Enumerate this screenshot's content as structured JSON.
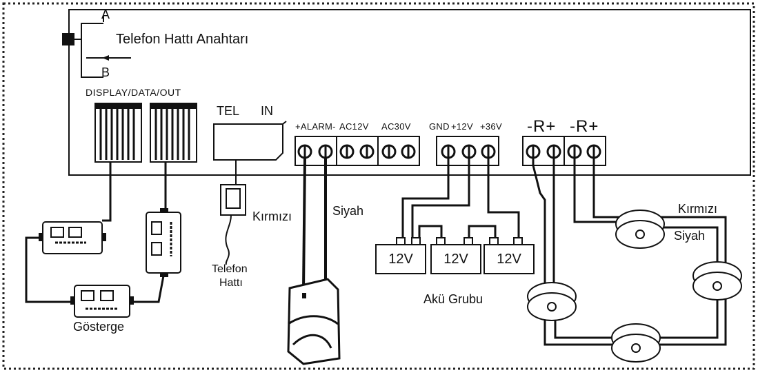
{
  "labels": {
    "phone_switch": "Telefon Hattı Anahtarı",
    "switch_a": "A",
    "switch_b": "B",
    "display_data_out": "DISPLAY/DATA/OUT",
    "tel": "TEL",
    "in": "IN",
    "alarm": "+ALARM-",
    "ac12v": "AC12V",
    "ac30v": "AC30V",
    "gnd": "GND",
    "plus12v": "+12V",
    "plus36v": "+36V",
    "loop1": "-R+",
    "loop2": "-R+",
    "red_left": "Kırmızı",
    "black_left": "Siyah",
    "red_right": "Kırmızı",
    "black_right": "Siyah",
    "phone_line_1": "Telefon",
    "phone_line_2": "Hattı",
    "battery_group": "Akü Grubu",
    "display": "Gösterge",
    "battery_1": "12V",
    "battery_2": "12V",
    "battery_3": "12V"
  }
}
